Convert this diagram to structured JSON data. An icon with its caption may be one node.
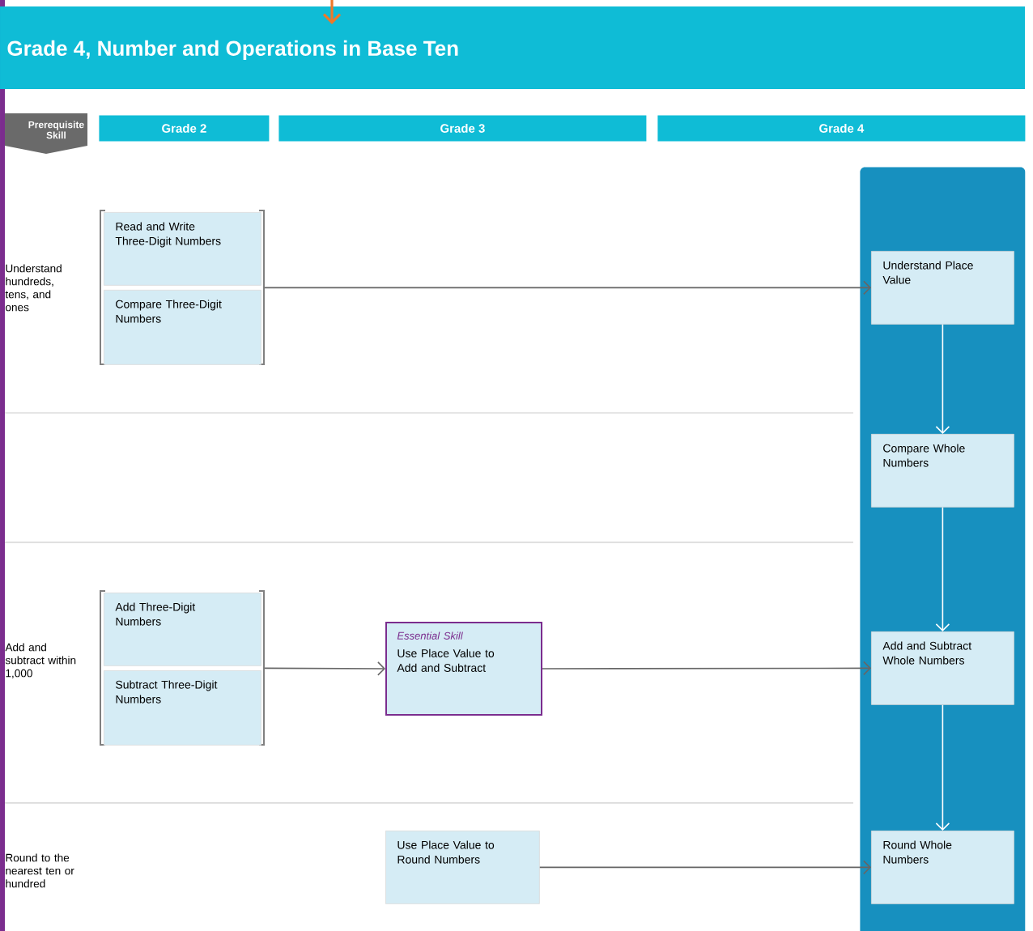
{
  "diagram": {
    "title": "Grade 4, Number and Operations in Base Ten",
    "nodes": [
      {
        "text": [
          "Prerequisite Skill"
        ]
      },
      {
        "text": [
          "Grade 2"
        ]
      },
      {
        "text": [
          "Grade 3"
        ]
      },
      {
        "text": [
          "Grade 4"
        ]
      },
      {
        "text": [],
        "shape": "box"
      },
      {
        "text": [
          "Read and Write Three-Digit Numbers"
        ],
        "in": 4
      },
      {
        "text": [
          "Compare Three-Digit Numbers"
        ],
        "in": 4
      },
      {
        "text": [],
        "shape": "box"
      },
      {
        "text": [
          "Understand Place Value"
        ],
        "in": 7
      },
      {
        "text": [
          "Compare Whole Numbers"
        ],
        "in": 7
      },
      {
        "text": [],
        "shape": "box"
      },
      {
        "text": [
          "Add Three-Digit Numbers"
        ],
        "in": 10
      },
      {
        "text": [
          "Subtract Three-Digit Numbers"
        ],
        "in": 10
      },
      {
        "text": [
          "Essential Skill",
          "Use Place Value to Add and Subtract"
        ]
      },
      {
        "text": [
          "Add and Subtract Whole Numbers"
        ],
        "in": 7
      },
      {
        "text": [
          "Use Place Value to Round Numbers"
        ]
      },
      {
        "text": [
          "Round Whole Numbers"
        ],
        "in": 7
      }
    ],
    "edges": [
      {
        "from": 4,
        "to": 8,
        "arrow": "to"
      },
      {
        "from": 8,
        "to": 9,
        "arrow": "to",
        "color": "#ffffff"
      },
      {
        "from": 9,
        "to": 14,
        "arrow": "to",
        "color": "#ffffff"
      },
      {
        "from": 10,
        "to": 13,
        "arrow": "to"
      },
      {
        "from": 13,
        "to": 14,
        "arrow": "to"
      },
      {
        "from": 15,
        "to": 16,
        "arrow": "to"
      },
      {
        "from": 14,
        "to": 16,
        "arrow": "to",
        "color": "#ffffff"
      }
    ],
    "labels": [
      "Understand hundreds, tens, and ones",
      "Add and subtract within 1,000",
      "Round to the nearest ten or hundred"
    ]
  }
}
